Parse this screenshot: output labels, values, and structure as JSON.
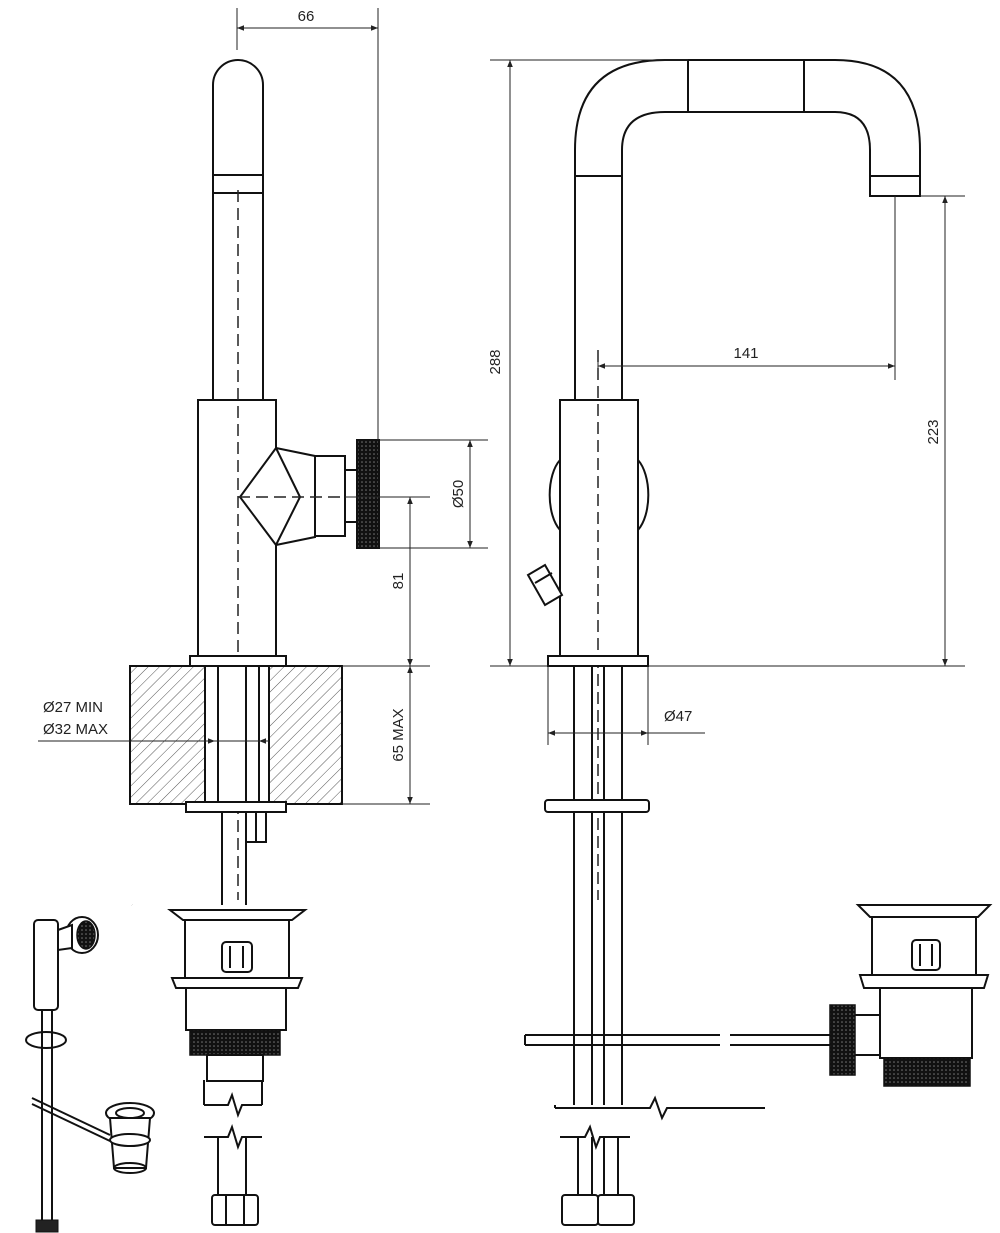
{
  "dimensions": {
    "handle_offset": "66",
    "handle_diameter": "Ø50",
    "lever_height": "81",
    "hole_min": "Ø27 MIN",
    "hole_max": "Ø32 MAX",
    "deck_thickness": "65 MAX",
    "overall_height": "288",
    "spout_reach": "141",
    "spout_height": "223",
    "base_diameter": "Ø47"
  },
  "colors": {
    "line": "#111111",
    "hatch": "#555555",
    "background": "#ffffff"
  }
}
